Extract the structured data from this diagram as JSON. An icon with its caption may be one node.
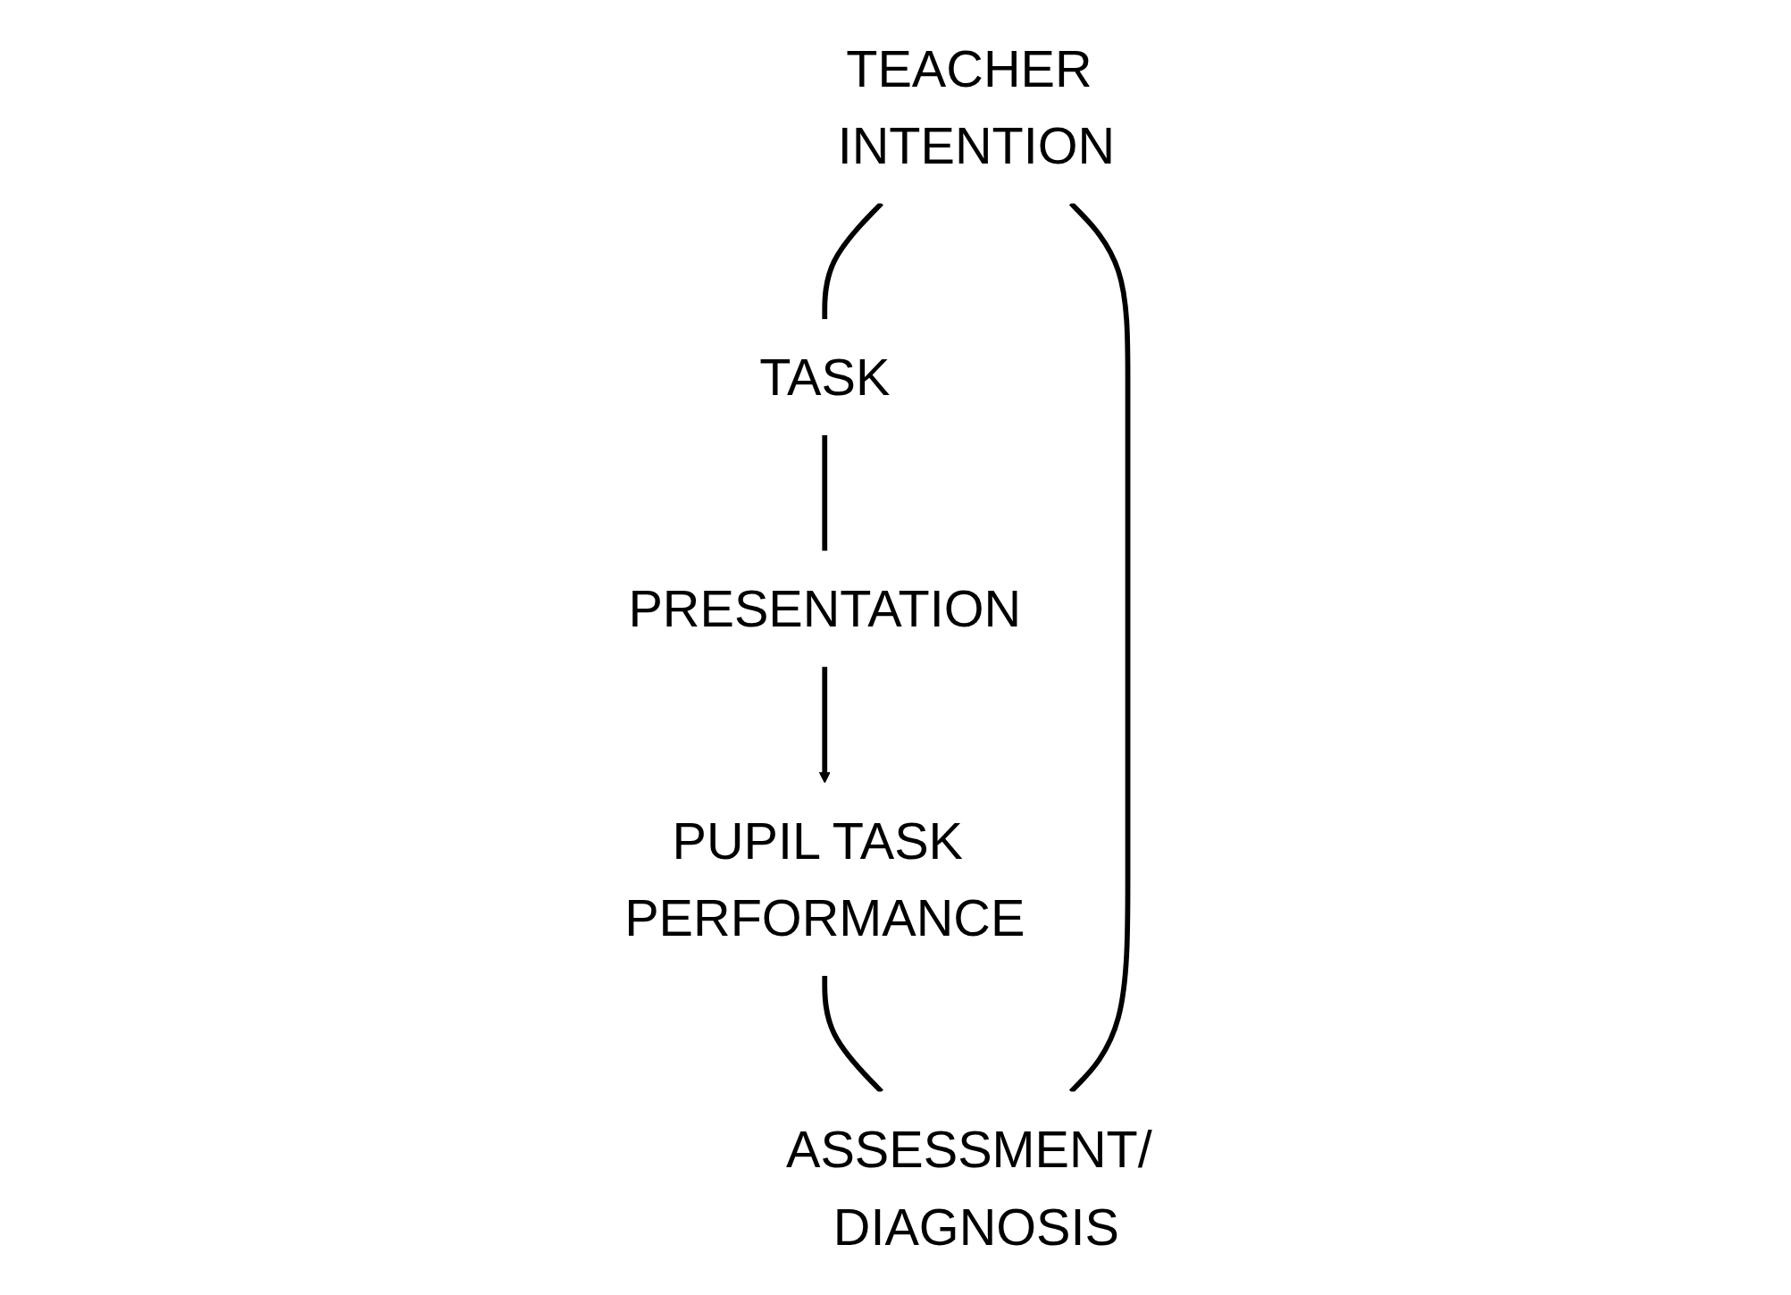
{
  "diagram": {
    "nodes": [
      {
        "text": [
          "TEACHER INTENTION"
        ]
      },
      {
        "text": [
          "TASK"
        ]
      },
      {
        "text": [
          "PRESENTATION"
        ]
      },
      {
        "text": [
          "PUPIL TASK PERFORMANCE"
        ]
      },
      {
        "text": [
          "ASSESSMENT/ DIAGNOSIS"
        ]
      }
    ],
    "edges": [
      {
        "from": 0,
        "to": 1,
        "arrow": "none"
      },
      {
        "from": 1,
        "to": 2,
        "arrow": "none"
      },
      {
        "from": 2,
        "to": 3,
        "arrow": "to"
      },
      {
        "from": 3,
        "to": 4,
        "arrow": "none"
      },
      {
        "from": 4,
        "to": 0,
        "arrow": "none"
      }
    ]
  }
}
